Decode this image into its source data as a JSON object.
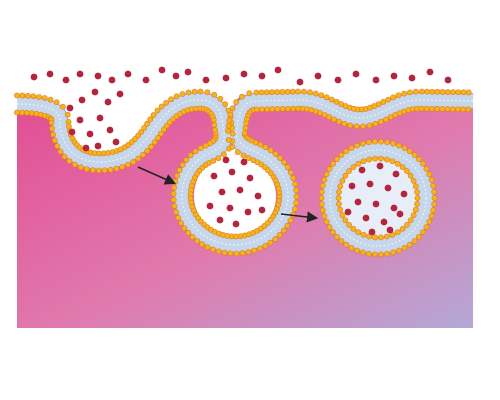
{
  "diagram": {
    "stages": [
      {
        "id": "invagination"
      },
      {
        "id": "budding-vesicle"
      },
      {
        "id": "free-vesicle"
      }
    ],
    "colors": {
      "cytoplasm_top": "#e34c92",
      "cytoplasm_mid": "#e07aae",
      "cytoplasm_bottom": "#b3a8d6",
      "lipid_head": "#f2b51b",
      "lipid_head_edge": "#e6771f",
      "lipid_tail_band": "#c6d7ec",
      "lipid_tail_line": "#8fa9cd",
      "particle": "#b4243f",
      "arrow": "#222222"
    }
  }
}
